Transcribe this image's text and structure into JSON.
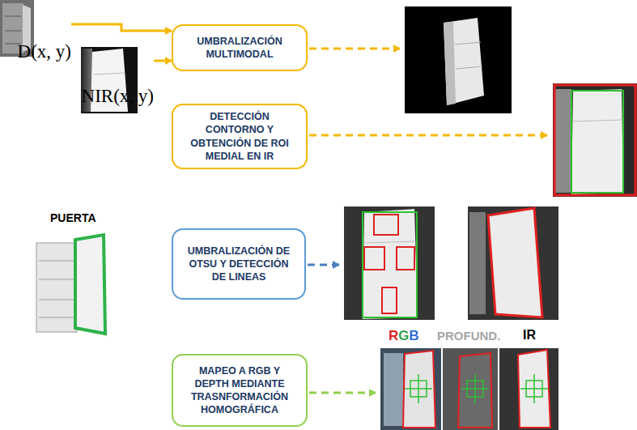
{
  "diagram": {
    "nodes": [
      {
        "text": [
          "D(x, y)"
        ]
      },
      {
        "text": [
          "NIR(x, y)"
        ]
      },
      {
        "text": [
          "UMBRALIZACIÓN MULTIMODAL"
        ]
      },
      {
        "text": [
          "DETECCIÓN CONTORNO Y OBTENCIÓN DE ROI MEDIAL EN IR"
        ]
      },
      {
        "text": [
          "UMBRALIZACIÓN DE OTSU Y DETECCIÓN DE LINEAS"
        ]
      },
      {
        "text": [
          "MAPEO A RGB Y DEPTH MEDIANTE TRASNFORMACIÓN HOMOGRÁFICA"
        ]
      }
    ],
    "edges": [
      {
        "from": 0,
        "to": 2,
        "arrow": "to"
      },
      {
        "from": 1,
        "to": 2,
        "arrow": "to"
      }
    ],
    "labels": [
      "PUERTA",
      "RGB",
      "PROFUND.",
      "IR"
    ]
  }
}
